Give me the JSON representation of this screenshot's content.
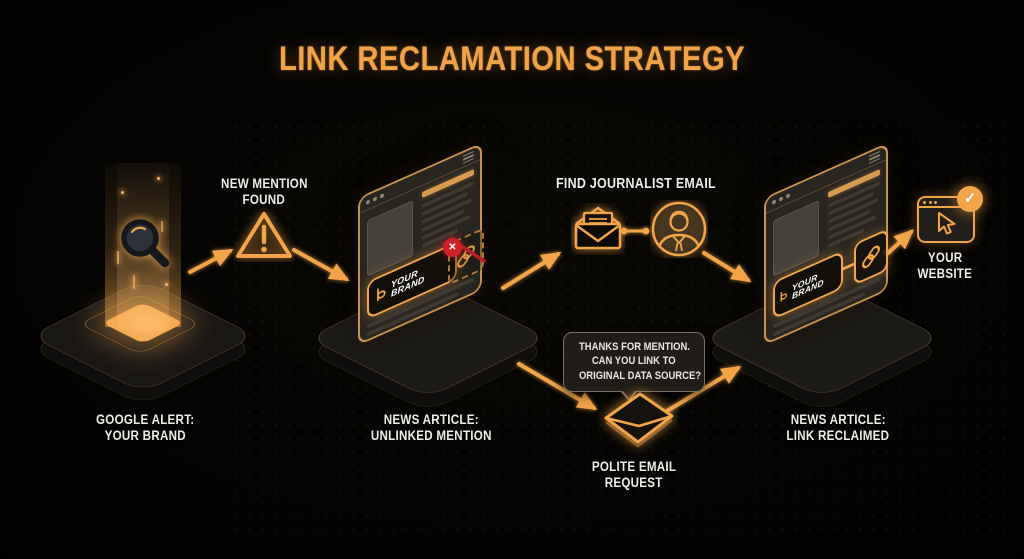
{
  "title": "LINK RECLAMATION STRATEGY",
  "colors": {
    "accent": "#F3A449",
    "background": "#030302",
    "alert_red": "#CF2128",
    "text": "#EFEDE7"
  },
  "steps": {
    "google_alert": {
      "line1": "GOOGLE ALERT:",
      "line2": "YOUR BRAND"
    },
    "new_mention": {
      "line1": "NEW MENTION",
      "line2": "FOUND"
    },
    "news_unlinked": {
      "line1": "NEWS ARTICLE:",
      "line2": "UNLINKED MENTION"
    },
    "find_email": {
      "label": "FIND JOURNALIST EMAIL"
    },
    "polite_email": {
      "line1": "POLITE EMAIL",
      "line2": "REQUEST",
      "bubble": {
        "line1": "THANKS FOR MENTION.",
        "line2": "CAN YOU LINK TO",
        "line3": "ORIGINAL DATA SOURCE?"
      }
    },
    "news_reclaimed": {
      "line1": "NEWS ARTICLE:",
      "line2": "LINK RECLAIMED"
    },
    "your_website": {
      "line1": "YOUR",
      "line2": "WEBSITE"
    }
  },
  "brand_badge": {
    "line1": "YOUR",
    "line2": "BRAND"
  },
  "icons": {
    "check": "✓",
    "cross": "✕"
  }
}
